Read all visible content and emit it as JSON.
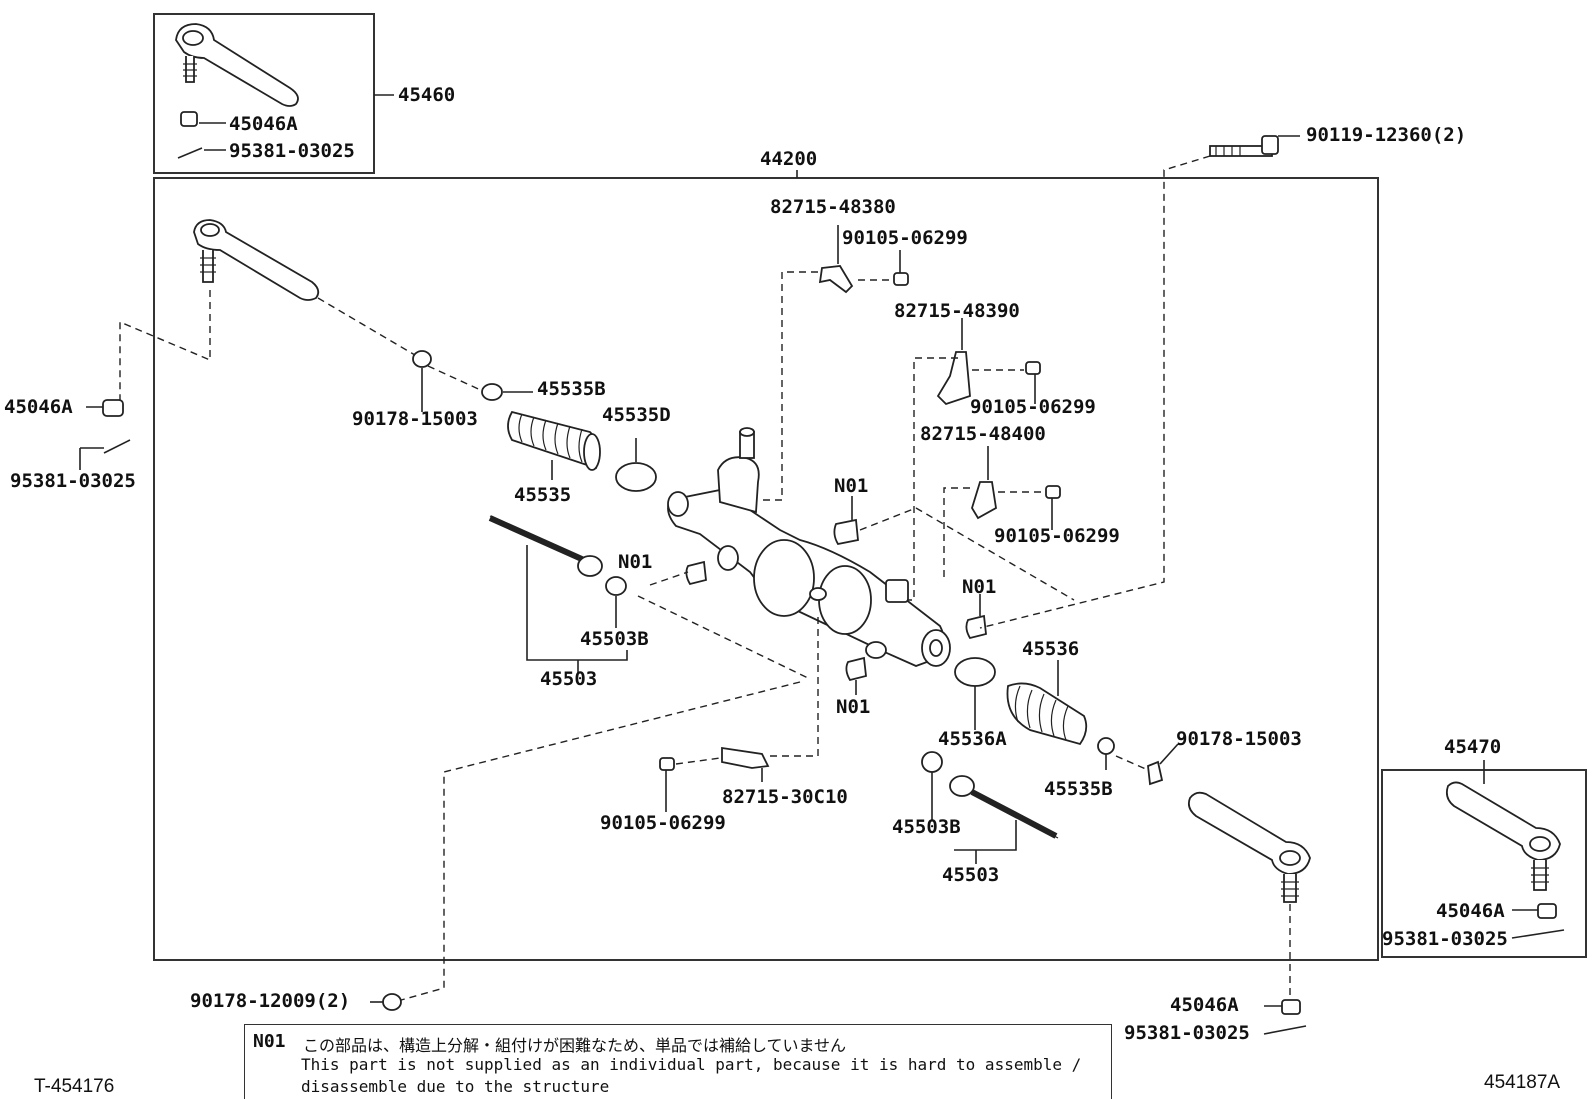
{
  "labels": {
    "p45460": "45460",
    "p45046a_top": "45046A",
    "p95381_top": "95381-03025",
    "p44200": "44200",
    "p90119": "90119-12360(2)",
    "p82715_48380": "82715-48380",
    "p90105_a": "90105-06299",
    "p82715_48390": "82715-48390",
    "p90105_b": "90105-06299",
    "p82715_48400": "82715-48400",
    "p90105_c": "90105-06299",
    "p45046a_left": "45046A",
    "p95381_left": "95381-03025",
    "p90178_15003_left": "90178-15003",
    "p45535b_left": "45535B",
    "p45535d": "45535D",
    "p45535": "45535",
    "n01_a": "N01",
    "n01_b": "N01",
    "n01_c": "N01",
    "n01_d": "N01",
    "p45503b_left": "45503B",
    "p45503_left": "45503",
    "p45536": "45536",
    "p45536a": "45536A",
    "p90178_15003_right": "90178-15003",
    "p45535b_right": "45535B",
    "p82715_30c10": "82715-30C10",
    "p90105_d": "90105-06299",
    "p45503b_right": "45503B",
    "p45503_right": "45503",
    "p45470": "45470",
    "p45046a_right": "45046A",
    "p95381_right": "95381-03025",
    "p90178_12009": "90178-12009(2)",
    "p45046a_bottom": "45046A",
    "p95381_bottom": "95381-03025"
  },
  "note": {
    "code": "N01",
    "japanese": "この部品は、構造上分解・組付けが困難なため、単品では補給していません",
    "english_line1": "This part is not supplied as an individual part, because it is hard to assemble /",
    "english_line2": "disassemble due to the structure"
  },
  "corners": {
    "left_code": "T-454176",
    "right_code": "454187A"
  }
}
